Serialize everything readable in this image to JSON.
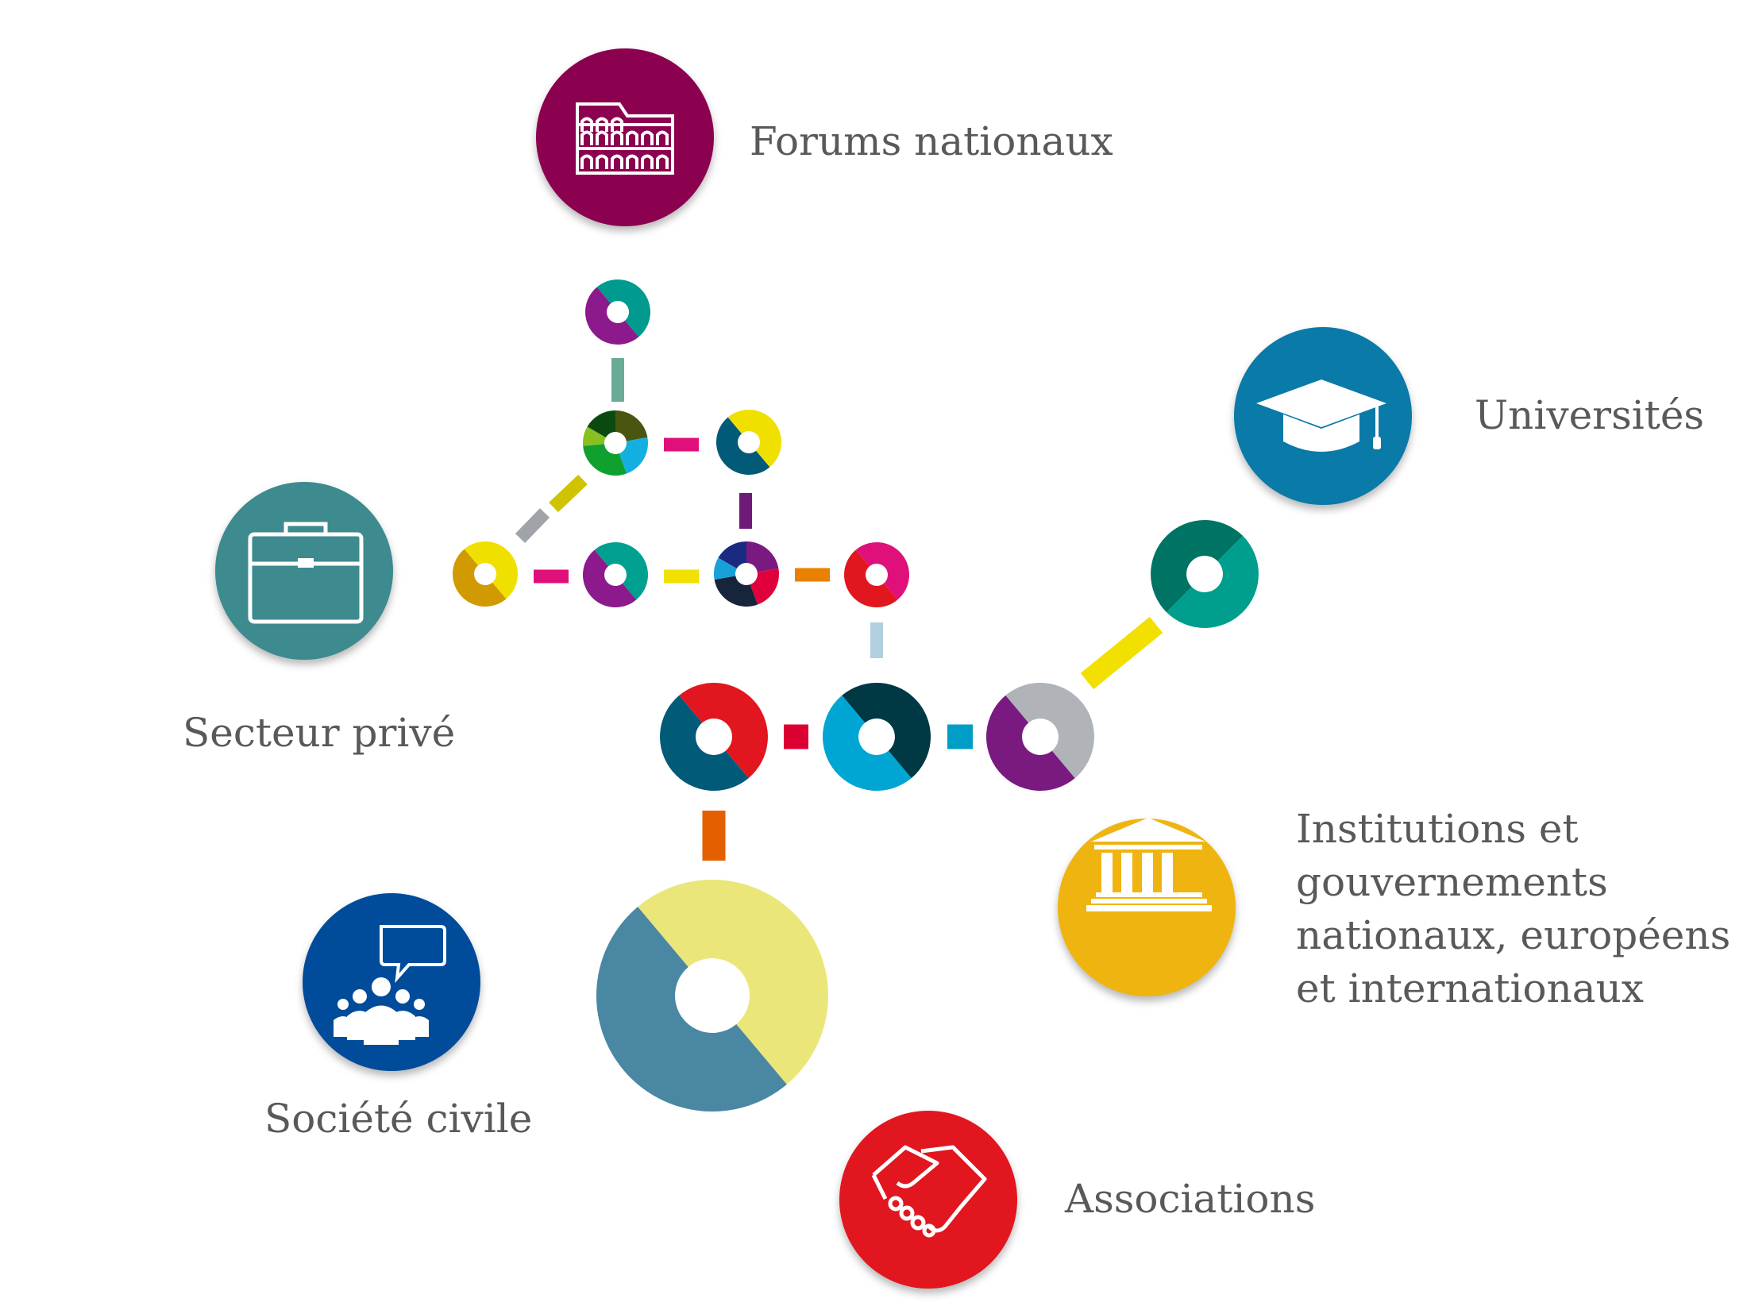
{
  "stakeholders": [
    {
      "id": "forums",
      "label": "Forums nationaux",
      "icon": "colosseum-icon",
      "color": "#8c0050"
    },
    {
      "id": "universites",
      "label": "Universités",
      "icon": "graduation-cap-icon",
      "color": "#0a7aa8"
    },
    {
      "id": "secteur",
      "label": "Secteur privé",
      "icon": "briefcase-icon",
      "color": "#3d8a8f"
    },
    {
      "id": "institutions",
      "label_lines": [
        "Institutions et",
        "gouvernements",
        "nationaux, européens",
        "et internationaux"
      ],
      "icon": "government-building-icon",
      "color": "#efb40f"
    },
    {
      "id": "societe",
      "label": "Société civile",
      "icon": "people-speech-bubble-icon",
      "color": "#004c9b"
    },
    {
      "id": "associations",
      "label": "Associations",
      "icon": "handshake-icon",
      "color": "#e2161f"
    }
  ],
  "network": {
    "rings": [
      {
        "id": "a",
        "segments": [
          [
            "#009a8e",
            320,
            140
          ],
          [
            "#8c1a8c",
            140,
            320
          ]
        ]
      },
      {
        "id": "b",
        "segments": [
          [
            "#0a4a10",
            300,
            360
          ],
          [
            "#4a5510",
            0,
            80
          ],
          [
            "#12b0e0",
            80,
            160
          ],
          [
            "#10a030",
            160,
            265
          ],
          [
            "#88c020",
            265,
            300
          ]
        ]
      },
      {
        "id": "c",
        "segments": [
          [
            "#f0e000",
            320,
            140
          ],
          [
            "#005a78",
            140,
            320
          ]
        ]
      },
      {
        "id": "d",
        "segments": [
          [
            "#f0e000",
            320,
            140
          ],
          [
            "#d09a00",
            140,
            320
          ]
        ]
      },
      {
        "id": "e",
        "segments": [
          [
            "#00a090",
            320,
            140
          ],
          [
            "#8c1a8c",
            140,
            320
          ]
        ]
      },
      {
        "id": "f",
        "segments": [
          [
            "#7a1a80",
            0,
            80
          ],
          [
            "#e0003c",
            80,
            160
          ],
          [
            "#16243c",
            160,
            260
          ],
          [
            "#1aa0d8",
            260,
            300
          ],
          [
            "#1a2a80",
            300,
            360
          ]
        ]
      },
      {
        "id": "g",
        "segments": [
          [
            "#e0107a",
            320,
            140
          ],
          [
            "#e2161f",
            140,
            320
          ]
        ]
      },
      {
        "id": "h",
        "segments": [
          [
            "#e2161f",
            320,
            140
          ],
          [
            "#005a78",
            140,
            320
          ]
        ]
      },
      {
        "id": "i",
        "segments": [
          [
            "#003844",
            320,
            140
          ],
          [
            "#00a6d3",
            140,
            320
          ]
        ]
      },
      {
        "id": "j",
        "segments": [
          [
            "#b0b4b8",
            320,
            140
          ],
          [
            "#7a1a80",
            140,
            320
          ]
        ]
      },
      {
        "id": "k",
        "segments": [
          [
            "#009e8c",
            45,
            225
          ],
          [
            "#007464",
            225,
            405
          ]
        ]
      },
      {
        "id": "l",
        "segments": [
          [
            "#ebe67a",
            320,
            140
          ],
          [
            "#4a87a3",
            140,
            320
          ]
        ]
      }
    ],
    "connectors": [
      {
        "id": "a-b",
        "color": "#6aab98"
      },
      {
        "id": "b-c",
        "color": "#e0107a"
      },
      {
        "id": "b-d-1",
        "color": "#d0c400"
      },
      {
        "id": "b-d-2",
        "color": "#a0a4a8"
      },
      {
        "id": "c-f",
        "color": "#6f1a78"
      },
      {
        "id": "d-e",
        "color": "#e0107a"
      },
      {
        "id": "e-f",
        "color": "#f2e000"
      },
      {
        "id": "f-g",
        "color": "#ea8000"
      },
      {
        "id": "g-i",
        "color": "#b0d0e0"
      },
      {
        "id": "h-i",
        "color": "#dc0032"
      },
      {
        "id": "i-j",
        "color": "#009ec6"
      },
      {
        "id": "h-l",
        "color": "#e35f00"
      },
      {
        "id": "j-k",
        "color": "#f2e000"
      }
    ]
  }
}
